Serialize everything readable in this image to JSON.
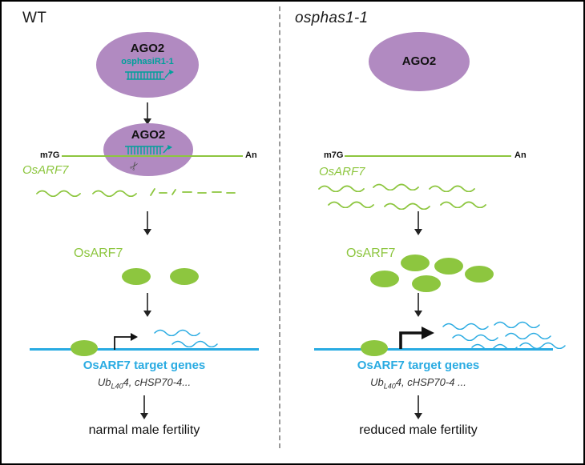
{
  "colors": {
    "ago2_purple": "#b18ac1",
    "rna_green": "#8dc63f",
    "sirna_teal": "#00a09b",
    "target_blue": "#29abe2",
    "divider_gray": "#9a9a9a"
  },
  "icons": {
    "scissors": "✂"
  },
  "wt": {
    "title": "WT",
    "ago2_complex": {
      "ago2": "AGO2",
      "sirna": "osphasiR1-1"
    },
    "ago2_bound": "AGO2",
    "mrna": {
      "cap": "m7G",
      "tail": "An",
      "gene": "OsARF7"
    },
    "protein": "OsARF7",
    "targets": {
      "title": "OsARF7 target genes",
      "gene1_prefix": "Ub",
      "gene1_sub": "L40",
      "gene1_suffix": "4,",
      "gene2": " cHSP70-4..."
    },
    "outcome": "narmal male fertility"
  },
  "mutant": {
    "title": "osphas1-1",
    "ago2": "AGO2",
    "mrna": {
      "cap": "m7G",
      "tail": "An",
      "gene": "OsARF7"
    },
    "protein": "OsARF7",
    "targets": {
      "title": "OsARF7 target genes",
      "gene1_prefix": "Ub",
      "gene1_sub": "L40",
      "gene1_suffix": "4,",
      "gene2": " cHSP70-4 ..."
    },
    "outcome": "reduced male fertility"
  }
}
